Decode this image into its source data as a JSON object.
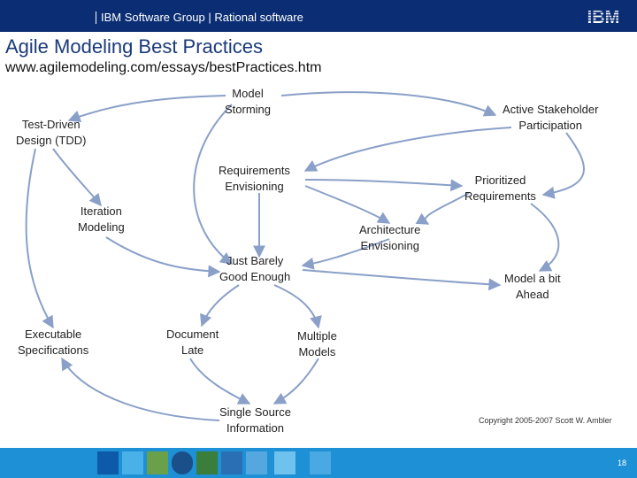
{
  "header": {
    "text": "IBM Software Group | Rational software",
    "logo": "IBM"
  },
  "title": "Agile Modeling Best Practices",
  "url": "www.agilemodeling.com/essays/bestPractices.htm",
  "nodes": {
    "model_storming": "Model\nStorming",
    "tdd": "Test-Driven\nDesign (TDD)",
    "active_stakeholder": "Active Stakeholder\nParticipation",
    "requirements_envisioning": "Requirements\nEnvisioning",
    "prioritized_requirements": "Prioritized\nRequirements",
    "iteration_modeling": "Iteration\nModeling",
    "architecture_envisioning": "Architecture\nEnvisioning",
    "just_barely": "Just Barely\nGood Enough",
    "model_ahead": "Model a bit\nAhead",
    "executable_specs": "Executable\nSpecifications",
    "document_late": "Document\nLate",
    "multiple_models": "Multiple\nModels",
    "single_source": "Single Source\nInformation"
  },
  "copyright": "Copyright 2005-2007 Scott W. Ambler",
  "footer": {
    "page_number": "18"
  },
  "colors": {
    "header": "#0a2d74",
    "footer": "#1e90d6",
    "title": "#1a3a7a"
  }
}
